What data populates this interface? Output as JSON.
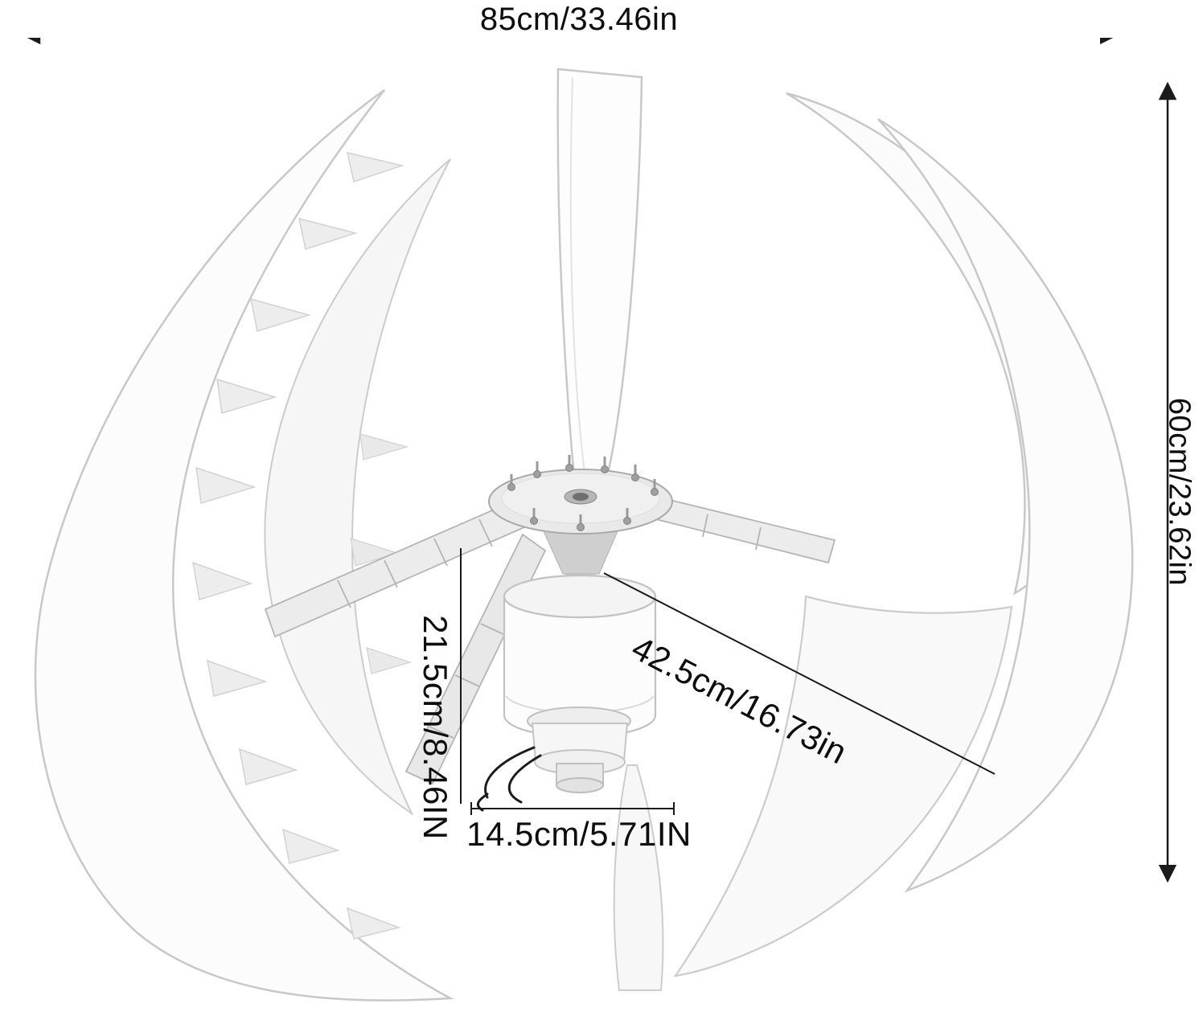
{
  "diagram": {
    "subject": "vertical-axis-wind-turbine",
    "annotations": {
      "overall_width": "85cm/33.46in",
      "overall_height": "60cm/23.62in",
      "blade_diagonal": "42.5cm/16.73in",
      "motor_height": "21.5cm/8.46IN",
      "motor_width": "14.5cm/5.71IN"
    },
    "colors": {
      "background": "#ffffff",
      "annotation_line": "#1a1a1a",
      "annotation_text": "#0d0d0d",
      "blade_fill": "#fbfbfb",
      "blade_stroke": "#c8c8c8",
      "hub_fill": "#e9e9e9"
    }
  }
}
